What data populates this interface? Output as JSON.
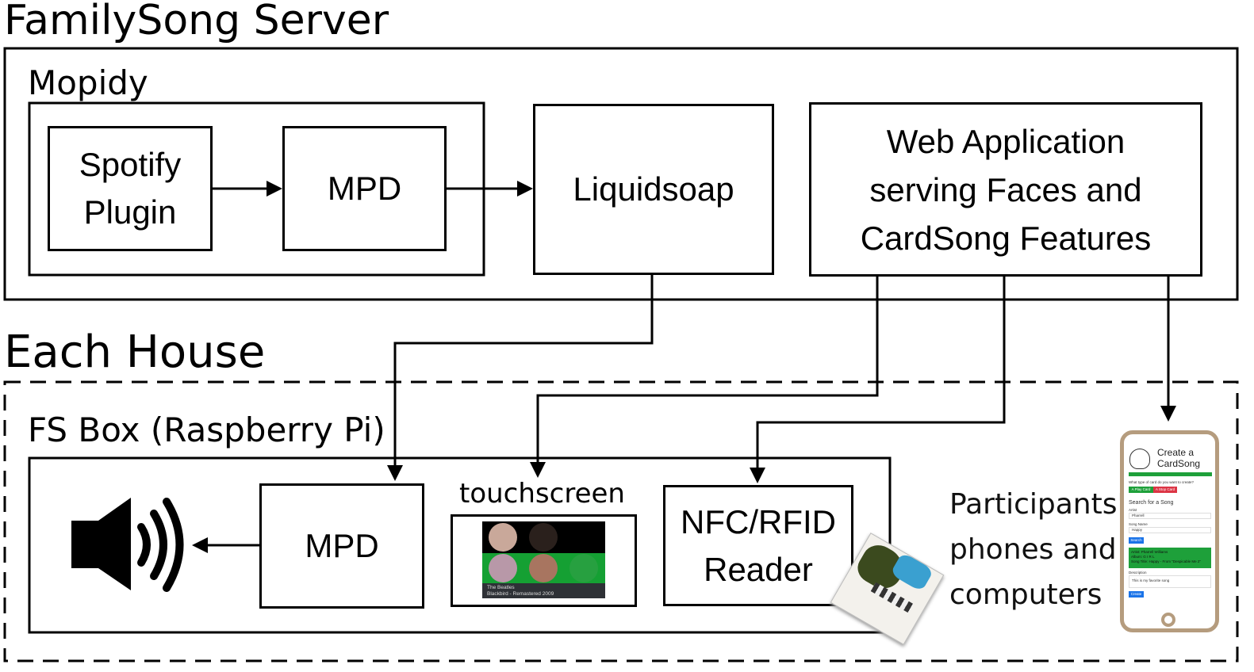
{
  "server": {
    "title": "FamilySong Server",
    "mopidy": "Mopidy",
    "spotify": "Spotify\nPlugin",
    "mpd": "MPD",
    "liquidsoap": "Liquidsoap",
    "webapp": "Web Application\nserving Faces and\nCardSong Features"
  },
  "house": {
    "title": "Each House",
    "fsbox": "FS Box (Raspberry Pi)",
    "mpd": "MPD",
    "touchscreen": "touchscreen",
    "nfc": "NFC/RFID\nReader",
    "participants": "Participants'\nphones and\ncomputers",
    "screen": {
      "artist": "The Beatles",
      "track": "Blackbird - Remastered 2009"
    },
    "phone": {
      "title": "Create a CardSong",
      "question": "What type of card do you want to create?",
      "play": "A Play Card",
      "stop": "A Stop Card",
      "search_title": "Search for a Song",
      "artist_label": "Artist",
      "artist": "Pharrell",
      "song_label": "Song Name",
      "song": "Happy",
      "search": "Search",
      "result": "Artist: Pharrell Williams\nAlbum: G I R L\nSong Title: Happy - From \"Despicable Me 2\"",
      "desc_label": "Description",
      "desc": "This is my favorite song",
      "create": "Create"
    }
  },
  "colors": {
    "green": "#1ea03a",
    "red": "#dc3545",
    "blue": "#1a73e8"
  }
}
